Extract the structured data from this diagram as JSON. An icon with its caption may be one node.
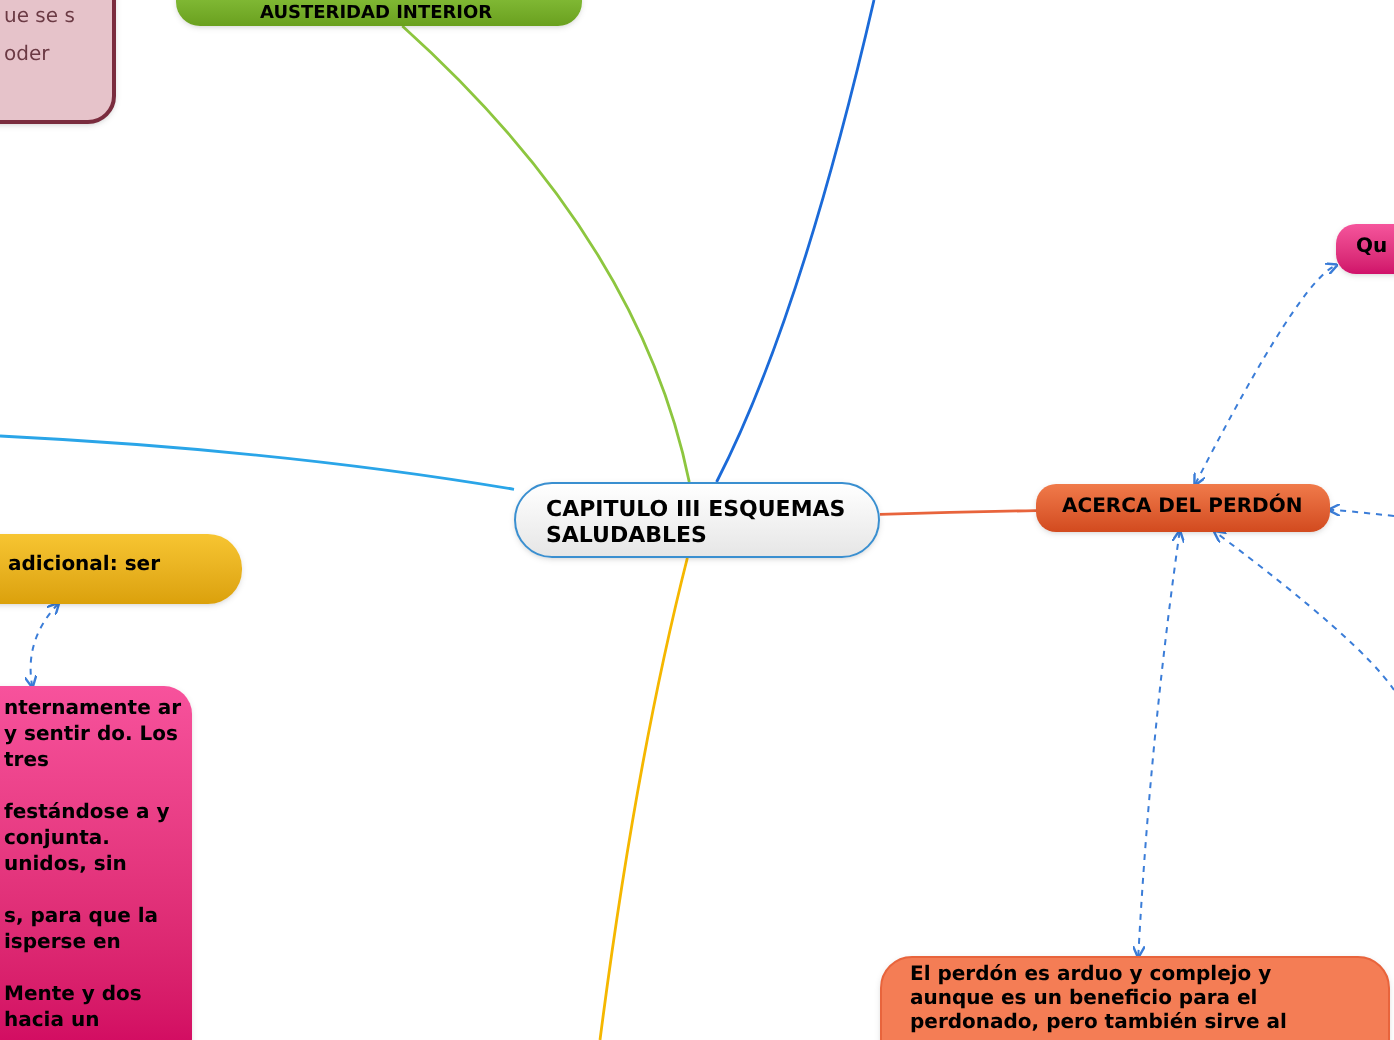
{
  "diagram": {
    "nodes": [
      {
        "text": [
          "CAPITULO III ESQUEMAS SALUDABLES"
        ]
      },
      {
        "text": [
          "AUSTERIDAD INTERIOR"
        ]
      },
      {
        "text": [
          "ue se s",
          "oder"
        ]
      },
      {
        "text": [
          "ACERCA DEL PERDÓN"
        ]
      },
      {
        "text": [
          "Qu"
        ]
      },
      {
        "text": [
          "El perdón es arduo y complejo y aunque es un beneficio para el perdonado, pero también sirve al"
        ]
      },
      {
        "text": [
          "adicional: ser"
        ]
      },
      {
        "text": [
          "nternamente ar y sentir do. Los tres",
          "festándose a y conjunta. unidos, sin",
          "s, para que la isperse en",
          "Mente y dos hacia un"
        ]
      }
    ],
    "edges": [
      {
        "from": 0,
        "to": 1,
        "arrow": "none",
        "color": "#8dc63f"
      },
      {
        "from": 0,
        "to": null,
        "arrow": "none",
        "color": "#1b6ad8"
      },
      {
        "from": 0,
        "to": null,
        "arrow": "none",
        "color": "#2aa5e8"
      },
      {
        "from": 0,
        "to": null,
        "arrow": "none",
        "color": "#f5b700"
      },
      {
        "from": 0,
        "to": 3,
        "arrow": "none",
        "color": "#e8643c"
      },
      {
        "from": 3,
        "to": 4,
        "arrow": "both",
        "style": "dashed",
        "color": "#3b7dd8"
      },
      {
        "from": 3,
        "to": 5,
        "arrow": "both",
        "style": "dashed",
        "color": "#3b7dd8"
      },
      {
        "from": null,
        "to": 3,
        "arrow": "to",
        "style": "dashed",
        "color": "#3b7dd8"
      },
      {
        "from": null,
        "to": 3,
        "arrow": "to",
        "style": "dashed",
        "color": "#3b7dd8"
      },
      {
        "from": 6,
        "to": 7,
        "arrow": "both",
        "style": "dashed",
        "color": "#3b7dd8"
      }
    ]
  }
}
